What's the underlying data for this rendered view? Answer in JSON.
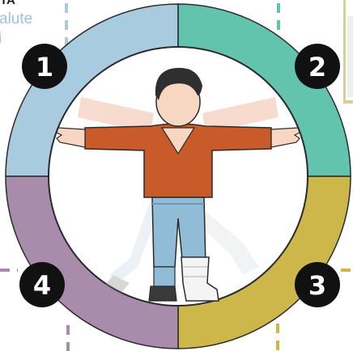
{
  "fragments": {
    "title": "TA",
    "line1": "alute",
    "line2": "i"
  },
  "badges": [
    {
      "label": "1"
    },
    {
      "label": "2"
    },
    {
      "label": "3"
    },
    {
      "label": "4"
    }
  ],
  "colors": {
    "q1": "#a9cbdf",
    "q2": "#63c4ad",
    "q3": "#cdb74a",
    "q4": "#a98cab",
    "badge": "#111111",
    "dash1": "#a9cbdf",
    "dash2": "#63c4ad",
    "dash3": "#cdb74a",
    "dash4": "#a98cab",
    "shirt": "#c95a29",
    "jeans": "#91bcd7",
    "skin": "#f7d6c2",
    "hair": "#2f2f2f"
  }
}
